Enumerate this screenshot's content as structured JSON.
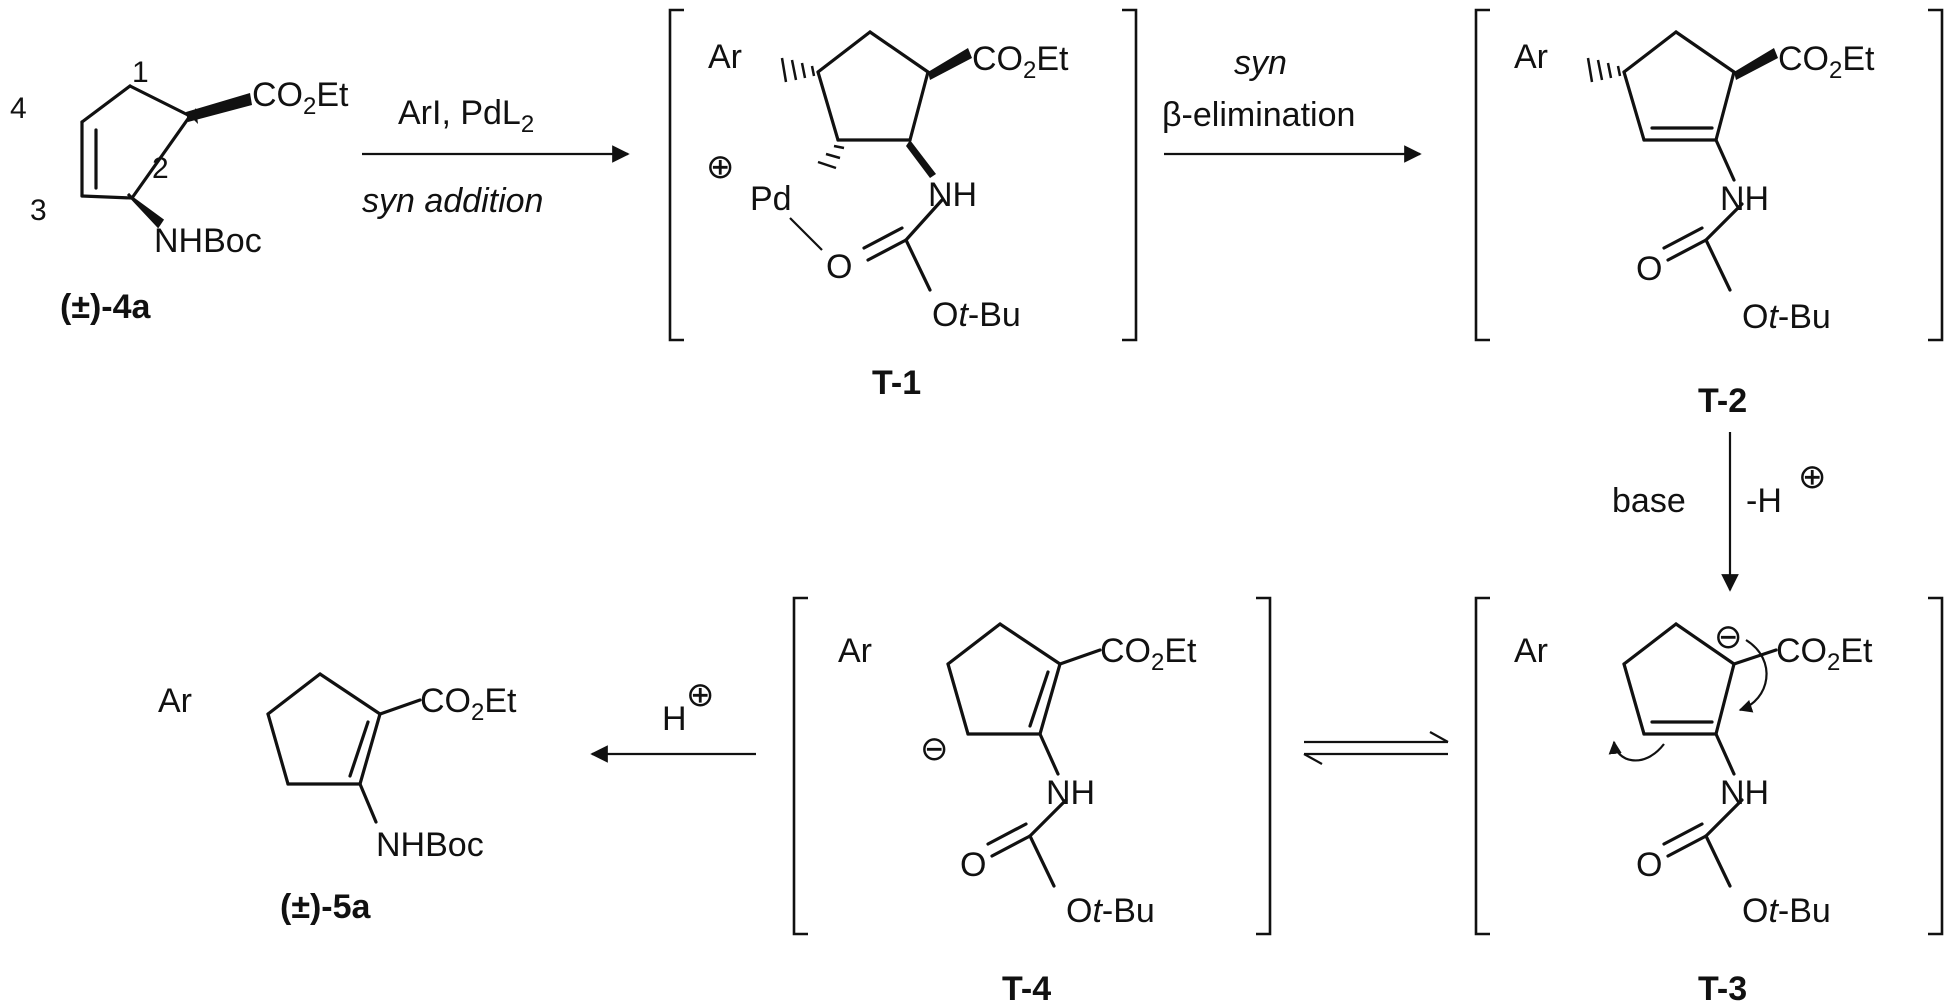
{
  "groups": {
    "co2et": "CO",
    "co2et_sub": "2",
    "co2et_tail": "Et",
    "nhboc": "NHBoc",
    "nh": "NH",
    "o": "O",
    "otbu_o": "O",
    "otbu_t": "t",
    "otbu_bu": "-Bu",
    "ar": "Ar",
    "pd": "Pd",
    "plus": "⊕",
    "minus": "⊖",
    "h": "H"
  },
  "start": {
    "label": "(±)-4a",
    "atom_numbers": [
      "1",
      "2",
      "3",
      "4"
    ]
  },
  "step1": {
    "line1": "ArI, PdL",
    "line1_sub": "2",
    "line2": "syn addition"
  },
  "t1": {
    "label": "T-1"
  },
  "step2": {
    "line1": "syn",
    "line2": "β-elimination"
  },
  "t2": {
    "label": "T-2"
  },
  "step3": {
    "base": "base",
    "proton": "-H"
  },
  "t3": {
    "label": "T-3"
  },
  "t4": {
    "label": "T-4"
  },
  "step5": {
    "proton": "H"
  },
  "product": {
    "label": "(±)-5a"
  }
}
